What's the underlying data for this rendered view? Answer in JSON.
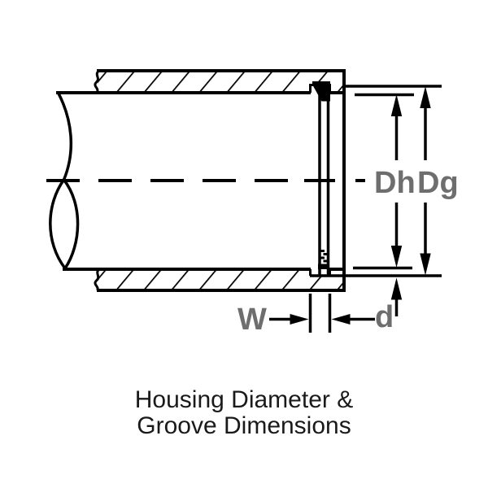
{
  "figure": {
    "caption": {
      "line1": "Housing Diameter &",
      "line2": "Groove Dimensions"
    },
    "dimension_labels": {
      "housing_diameter": "Dh",
      "groove_diameter": "Dg",
      "groove_width": "W",
      "groove_depth": "d"
    },
    "colors": {
      "line": "#000000",
      "dimension_label": "#6e6e6e",
      "caption_text": "#1a1a1a",
      "background": "#ffffff"
    }
  }
}
